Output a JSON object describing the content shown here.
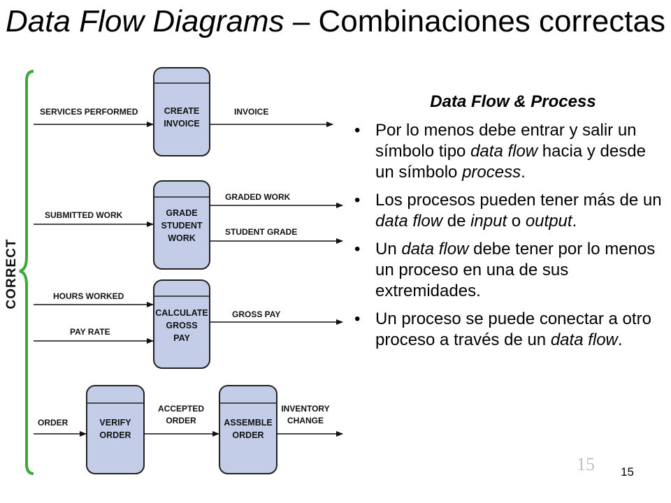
{
  "title": {
    "italic": "Data Flow Diagrams",
    "rest": " – Combinaciones correctas"
  },
  "diagram": {
    "bracket_label": "CORRECT",
    "bracket_color": "#3aaa35",
    "process_fill": "#c3cde8",
    "process_stroke": "#222222",
    "rows": [
      {
        "process": [
          "CREATE",
          "INVOICE"
        ],
        "inputs": [
          "SERVICES PERFORMED"
        ],
        "outputs": [
          "INVOICE"
        ]
      },
      {
        "process": [
          "GRADE",
          "STUDENT",
          "WORK"
        ],
        "inputs": [
          "SUBMITTED WORK"
        ],
        "outputs": [
          "GRADED WORK",
          "STUDENT GRADE"
        ]
      },
      {
        "process": [
          "CALCULATE",
          "GROSS",
          "PAY"
        ],
        "inputs": [
          "HOURS WORKED",
          "PAY RATE"
        ],
        "outputs": [
          "GROSS PAY"
        ]
      },
      {
        "process": [
          "VERIFY",
          "ORDER"
        ],
        "inputs": [
          "ORDER"
        ],
        "connector": [
          "ACCEPTED",
          "ORDER"
        ],
        "process2": [
          "ASSEMBLE",
          "ORDER"
        ],
        "outputs": [
          "INVENTORY",
          "CHANGE"
        ]
      }
    ]
  },
  "panel": {
    "heading": "Data Flow & Process",
    "bullets": [
      [
        {
          "t": "Por lo menos debe entrar y salir un símbolo tipo "
        },
        {
          "t": "data flow",
          "i": true
        },
        {
          "t": " hacia y desde un símbolo "
        },
        {
          "t": "process",
          "i": true
        },
        {
          "t": "."
        }
      ],
      [
        {
          "t": "Los procesos pueden tener más de un "
        },
        {
          "t": "data flow",
          "i": true
        },
        {
          "t": " de "
        },
        {
          "t": "input",
          "i": true
        },
        {
          "t": " o "
        },
        {
          "t": "output",
          "i": true
        },
        {
          "t": "."
        }
      ],
      [
        {
          "t": "Un "
        },
        {
          "t": "data flow",
          "i": true
        },
        {
          "t": " debe tener por lo menos un proceso en una de sus extremidades."
        }
      ],
      [
        {
          "t": "Un proceso se puede conectar a otro proceso a través de un "
        },
        {
          "t": "data flow",
          "i": true
        },
        {
          "t": "."
        }
      ]
    ]
  },
  "slide_number_large": "15",
  "slide_number_small": "15"
}
